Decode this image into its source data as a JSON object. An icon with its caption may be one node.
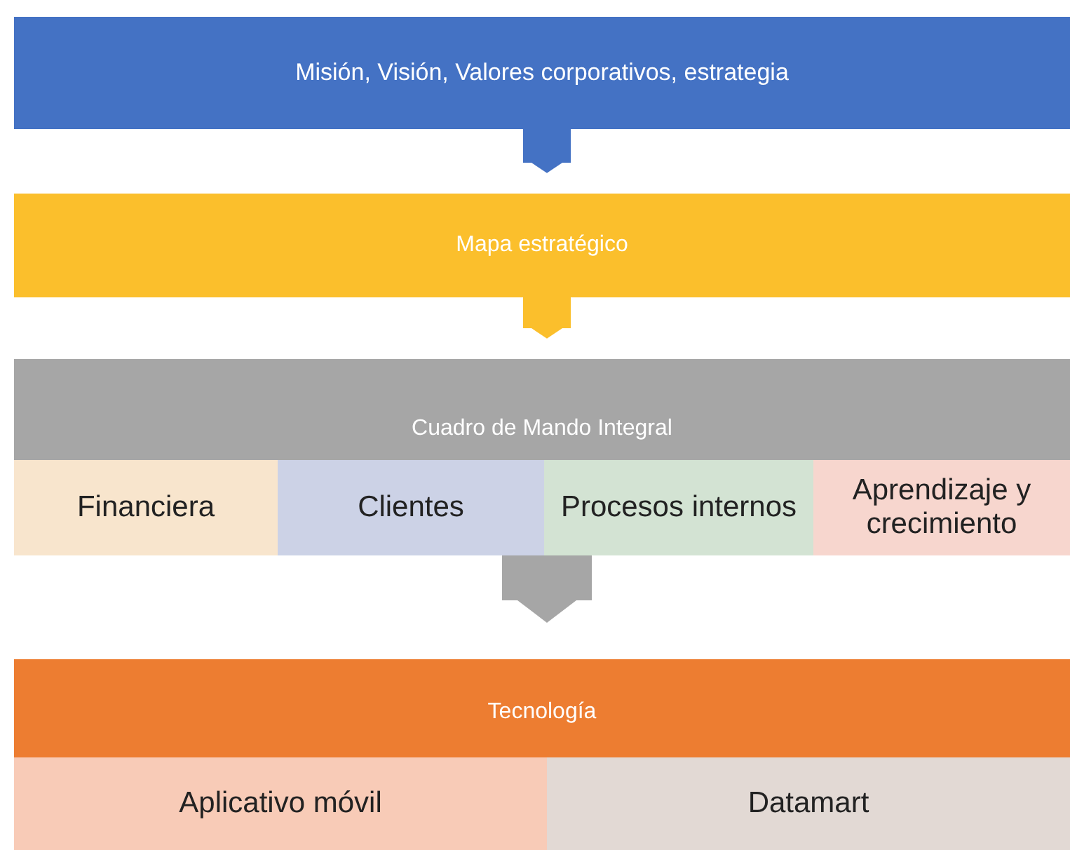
{
  "diagram": {
    "nodes": [
      {
        "text": [
          "Misión, Visión, Valores corporativos, estrategia"
        ]
      },
      {
        "text": [
          "Mapa estratégico"
        ]
      },
      {
        "text": [
          "Cuadro de Mando Integral"
        ]
      },
      {
        "text": [
          "Financiera"
        ],
        "in": 2
      },
      {
        "text": [
          "Clientes"
        ],
        "in": 2
      },
      {
        "text": [
          "Procesos internos"
        ],
        "in": 2
      },
      {
        "text": [
          "Aprendizaje y crecimiento"
        ],
        "in": 2
      },
      {
        "text": [
          "Tecnología"
        ]
      },
      {
        "text": [
          "Aplicativo móvil"
        ],
        "in": 7
      },
      {
        "text": [
          "Datamart"
        ],
        "in": 7
      }
    ],
    "edges": [
      {
        "from": 0,
        "to": 1,
        "arrow": "to",
        "color": "#4472c4"
      },
      {
        "from": 1,
        "to": 2,
        "arrow": "to",
        "color": "#fbbf2c"
      },
      {
        "from": 2,
        "to": 7,
        "arrow": "to",
        "style": "thick",
        "color": "#a6a6a6"
      }
    ]
  }
}
